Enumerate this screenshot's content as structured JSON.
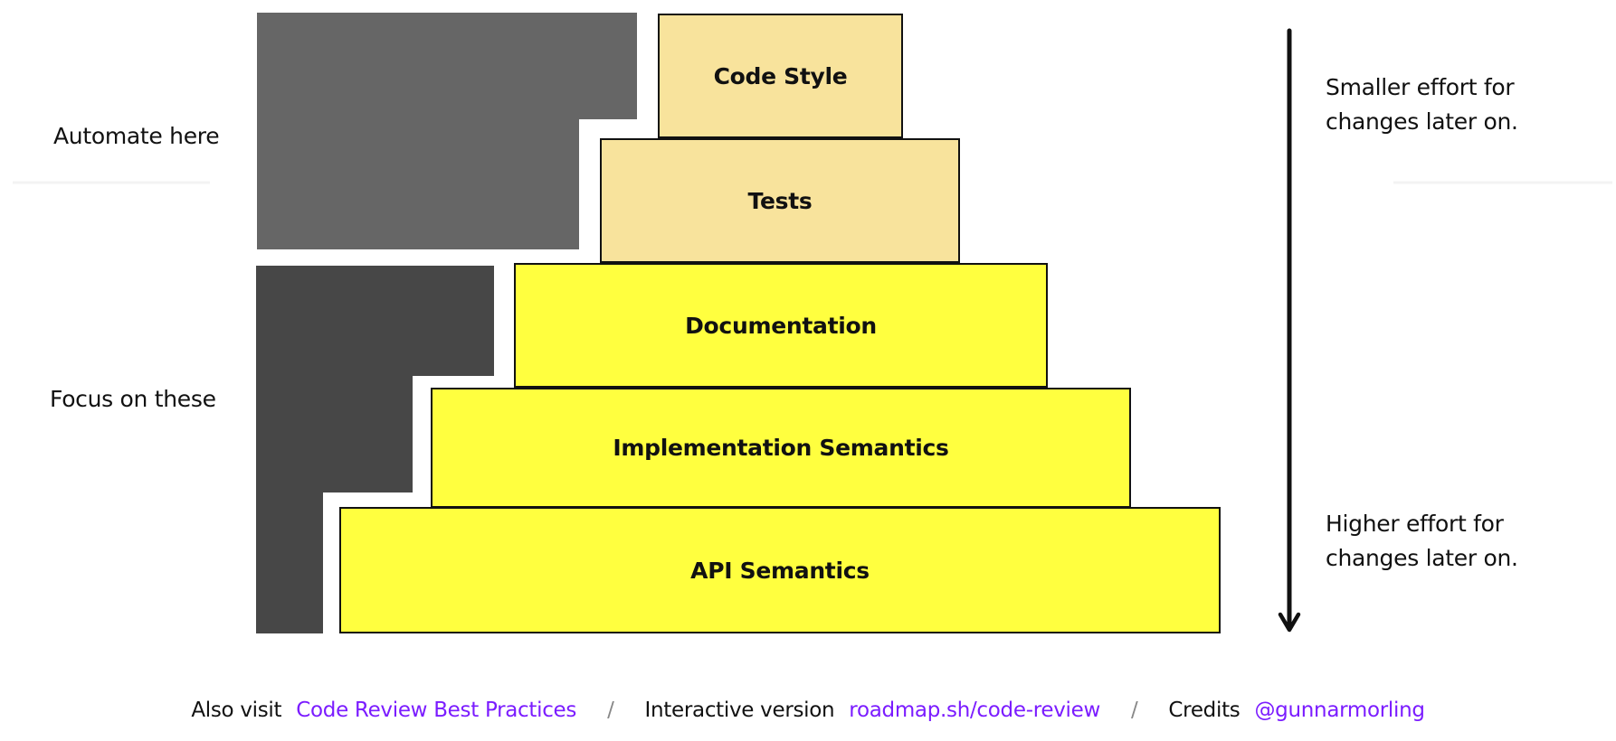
{
  "pyramid": {
    "layers": [
      {
        "label": "Code Style",
        "tone": "light"
      },
      {
        "label": "Tests",
        "tone": "light"
      },
      {
        "label": "Documentation",
        "tone": "bright"
      },
      {
        "label": "Implementation Semantics",
        "tone": "bright"
      },
      {
        "label": "API Semantics",
        "tone": "bright"
      }
    ],
    "colors": {
      "light": "#f8e39c",
      "bright": "#ffff3f",
      "automate_bracket": "#666666",
      "focus_bracket": "#474747"
    }
  },
  "side_labels": {
    "automate": "Automate here",
    "focus": "Focus on these"
  },
  "effort_notes": {
    "top": [
      "Smaller effort for",
      "changes later on."
    ],
    "bottom": [
      "Higher effort for",
      "changes later on."
    ]
  },
  "footer": {
    "also_visit": "Also visit",
    "best_practices_link": "Code Review Best Practices",
    "separator": "/",
    "interactive_label": "Interactive version",
    "roadmap_link": "roadmap.sh/code-review",
    "credits_label": "Credits",
    "credits_link": "@gunnarmorling",
    "link_color": "#7b1cff"
  }
}
